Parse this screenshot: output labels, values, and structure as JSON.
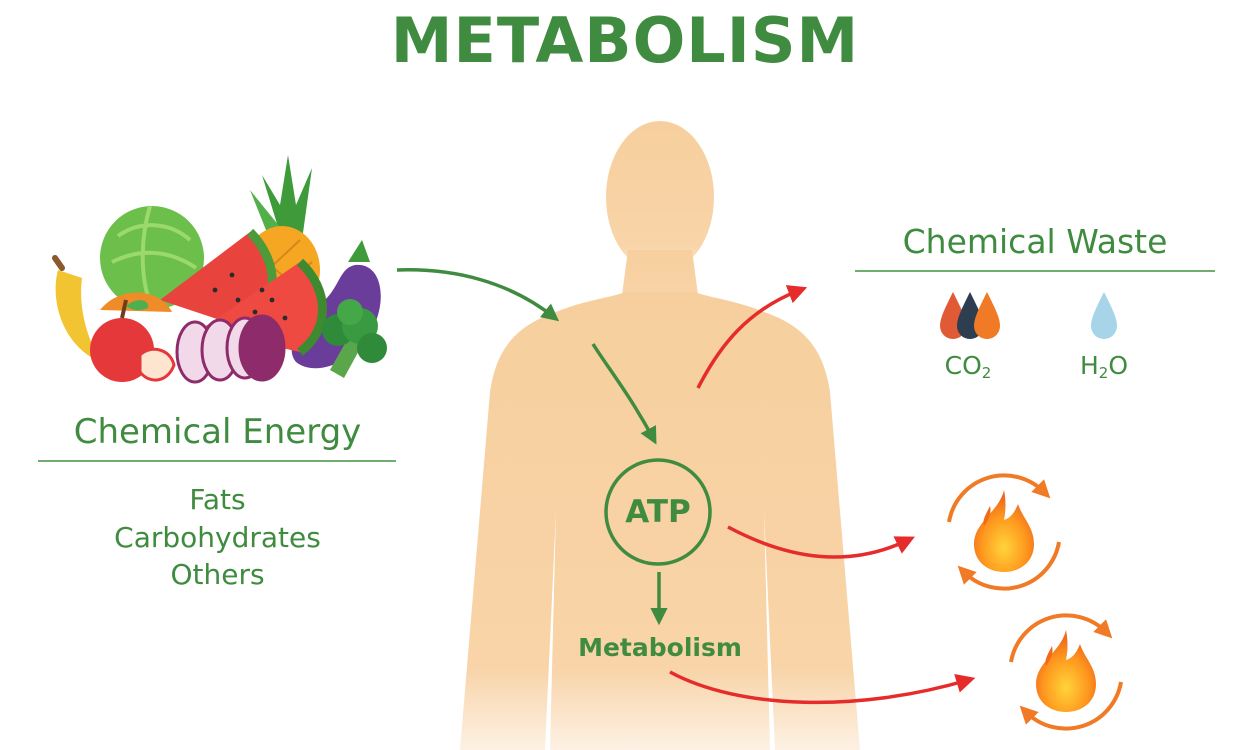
{
  "title": "METABOLISM",
  "chemical_energy": {
    "label": "Chemical Energy",
    "items": [
      "Fats",
      "Carbohydrates",
      "Others"
    ]
  },
  "chemical_waste": {
    "label": "Chemical Waste",
    "co2": {
      "main": "CO",
      "sub": "2"
    },
    "h2o": {
      "main": "H",
      "sub": "2",
      "tail": "O"
    }
  },
  "atp_label": "ATP",
  "metabolism_label": "Metabolism",
  "icons": [
    "fruits-vegetables-icon",
    "human-body-icon",
    "co2-drops-icon",
    "water-drop-icon",
    "flame-cycle-icon"
  ],
  "colors": {
    "green": "#3f8b3f",
    "body": "#f7cf9e",
    "red": "#e62b2b",
    "orange": "#f07a25"
  }
}
